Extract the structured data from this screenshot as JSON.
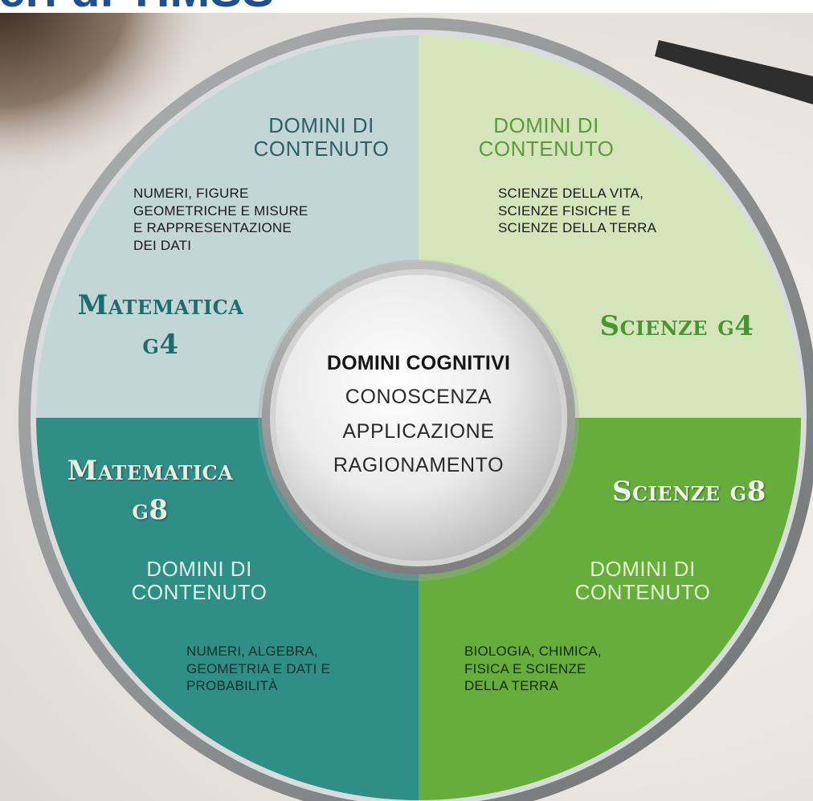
{
  "header_fragment": "eri di TIMSS",
  "colors": {
    "math_g4": "#c3d6d6",
    "sci_g4": "#d5e5ba",
    "math_g8": "#2f8e86",
    "sci_g8": "#66ad3c",
    "math_text_dark": "#1c6d6b",
    "sci_text_dark": "#4a9434",
    "ring": "#8e9091"
  },
  "quadrants": {
    "math_g4": {
      "heading_line1": "DOMINI DI",
      "heading_line2": "CONTENUTO",
      "description": "NUMERI, FIGURE\nGEOMETRICHE E MISURE\nE RAPPRESENTAZIONE\nDEI DATI",
      "subject_line1": "Matematica",
      "subject_line2": "g4"
    },
    "sci_g4": {
      "heading_line1": "DOMINI DI",
      "heading_line2": "CONTENUTO",
      "description": "SCIENZE DELLA VITA,\nSCIENZE FISICHE E\nSCIENZE DELLA TERRA",
      "subject": "Scienze g4"
    },
    "math_g8": {
      "heading_line1": "DOMINI DI",
      "heading_line2": "CONTENUTO",
      "description": "NUMERI, ALGEBRA,\nGEOMETRIA E DATI E\nPROBABILITÀ",
      "subject_line1": "Matematica",
      "subject_line2": "g8"
    },
    "sci_g8": {
      "heading_line1": "DOMINI DI",
      "heading_line2": "CONTENUTO",
      "description": "BIOLOGIA, CHIMICA,\nFISICA E SCIENZE\nDELLA TERRA",
      "subject": "Scienze g8"
    }
  },
  "center": {
    "title": "DOMINI COGNITIVI",
    "lines": [
      "CONOSCENZA",
      "APPLICAZIONE",
      "RAGIONAMENTO"
    ]
  }
}
